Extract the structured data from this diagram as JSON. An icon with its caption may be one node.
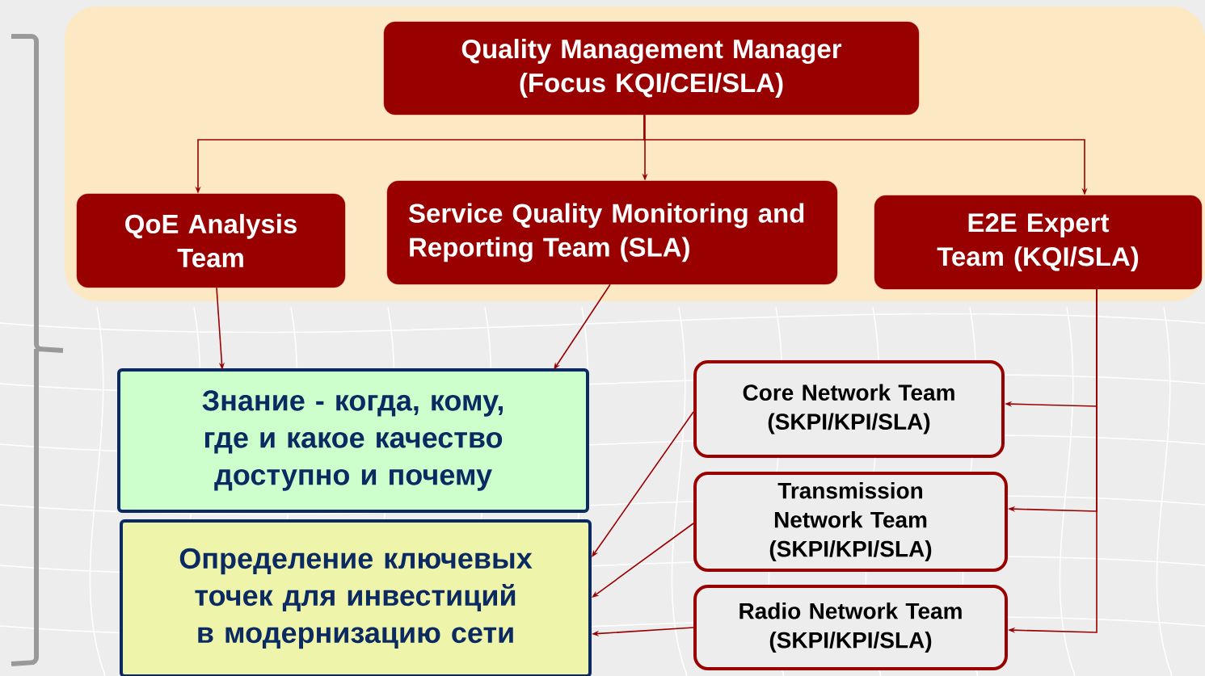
{
  "diagram": {
    "nodes": [
      {
        "text": [
          "Quality Management Manager (Focus KQI/CEI/SLA)"
        ]
      },
      {
        "text": [
          "QoE Analysis Team"
        ]
      },
      {
        "text": [
          "Service Quality Monitoring and Reporting Team (SLA)"
        ]
      },
      {
        "text": [
          "E2E Expert Team (KQI/SLA)"
        ]
      },
      {
        "text": [
          "Знание - когда, кому, где и какое качество доступно и почему"
        ]
      },
      {
        "text": [
          "Определение ключевых точек для инвестиций в модернизацию сети"
        ]
      },
      {
        "text": [
          "Core Network Team (SKPI/KPI/SLA)"
        ]
      },
      {
        "text": [
          "Transmission Network Team (SKPI/KPI/SLA)"
        ]
      },
      {
        "text": [
          "Radio Network Team (SKPI/KPI/SLA)"
        ]
      }
    ],
    "edges": [
      {
        "from": 0,
        "to": 1,
        "arrow": "to"
      },
      {
        "from": 0,
        "to": 2,
        "arrow": "to"
      },
      {
        "from": 0,
        "to": 3,
        "arrow": "to"
      },
      {
        "from": 1,
        "to": 4,
        "arrow": "to"
      },
      {
        "from": 2,
        "to": 4,
        "arrow": "to"
      },
      {
        "from": 3,
        "to": 6,
        "arrow": "to"
      },
      {
        "from": 3,
        "to": 7,
        "arrow": "to"
      },
      {
        "from": 3,
        "to": 8,
        "arrow": "to"
      },
      {
        "from": 6,
        "to": 5,
        "arrow": "to"
      },
      {
        "from": 7,
        "to": 5,
        "arrow": "to"
      },
      {
        "from": 8,
        "to": 5,
        "arrow": "to"
      }
    ]
  }
}
